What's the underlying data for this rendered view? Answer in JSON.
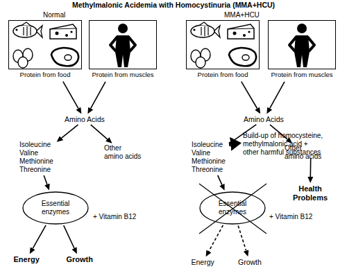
{
  "diagram": {
    "title": "Methylmalonic Acidemia with Homocystinuria (MMA+HCU)",
    "nodes": [
      {
        "text": [
          "Protein from food"
        ]
      },
      {
        "text": [
          "Protein from muscles"
        ]
      },
      {
        "text": [
          "Amino Acids"
        ]
      },
      {
        "text": [
          "Isoleucine Valine Methionine Threonine"
        ]
      },
      {
        "text": [
          "Other amino acids"
        ]
      },
      {
        "text": [
          "Essential enzymes"
        ]
      },
      {
        "text": [
          "Energy"
        ]
      },
      {
        "text": [
          "Growth"
        ]
      },
      {
        "text": [
          "Protein from food"
        ]
      },
      {
        "text": [
          "Protein from muscles"
        ]
      },
      {
        "text": [
          "Amino Acids"
        ]
      },
      {
        "text": [
          "Isoleucine Valine Methionine Threonine"
        ]
      },
      {
        "text": [
          "Other amino acids"
        ]
      },
      {
        "text": [
          "Essential enzymes"
        ]
      },
      {
        "text": [
          "Energy"
        ]
      },
      {
        "text": [
          "Growth"
        ]
      },
      {
        "text": [
          "Build-up of homocysteine, methylmalonic acid + other harmful substances"
        ]
      },
      {
        "text": [
          "Health Problems"
        ]
      }
    ],
    "edges": [
      {
        "from": 0,
        "to": 2,
        "arrow": "to"
      },
      {
        "from": 1,
        "to": 2,
        "arrow": "to"
      },
      {
        "from": 2,
        "to": 3,
        "arrow": "to"
      },
      {
        "from": 2,
        "to": 4,
        "arrow": "to"
      },
      {
        "from": 3,
        "to": 5,
        "arrow": "to"
      },
      {
        "from": 5,
        "to": 6,
        "arrow": "to"
      },
      {
        "from": 5,
        "to": 7,
        "arrow": "to"
      },
      {
        "from": 8,
        "to": 10,
        "arrow": "to"
      },
      {
        "from": 9,
        "to": 10,
        "arrow": "to"
      },
      {
        "from": 10,
        "to": 11,
        "arrow": "to"
      },
      {
        "from": 10,
        "to": 12,
        "arrow": "to"
      },
      {
        "from": 11,
        "to": 13,
        "arrow": "to"
      },
      {
        "from": 13,
        "to": 14,
        "arrow": "to"
      },
      {
        "from": 13,
        "to": 15,
        "arrow": "to"
      },
      {
        "from": 11,
        "to": 16,
        "arrow": "to"
      },
      {
        "from": 16,
        "to": 17,
        "arrow": "to"
      }
    ],
    "labels": [
      "Normal",
      "MMA+HCU",
      "+ Vitamin B12",
      "+ Vitamin B12"
    ]
  }
}
